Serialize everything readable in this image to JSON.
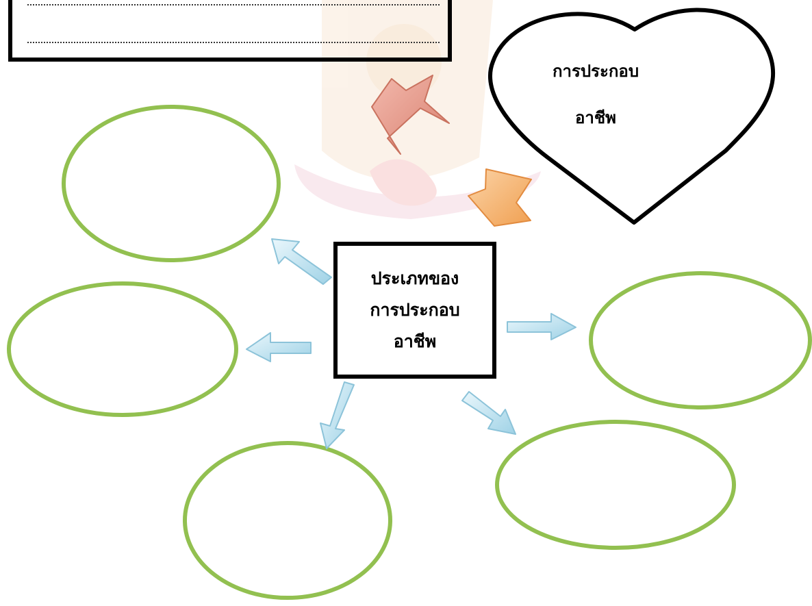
{
  "answer_box": {
    "line1": "......................................................................................................",
    "line2": "......................................................................................................"
  },
  "heart": {
    "line1": "การประกอบ",
    "line2": "อาชีพ"
  },
  "center": {
    "line1": "ประเภทของ",
    "line2": "การประกอบ",
    "line3": "อาชีพ"
  },
  "colors": {
    "ellipse_stroke": "#92c050",
    "arrow_fill": "#bfe3f0",
    "arrow_stroke": "#8cc3d9",
    "arrow_red": "#e99a8a",
    "arrow_orange": "#f6b26b",
    "watermark": "#f3c6a0"
  }
}
